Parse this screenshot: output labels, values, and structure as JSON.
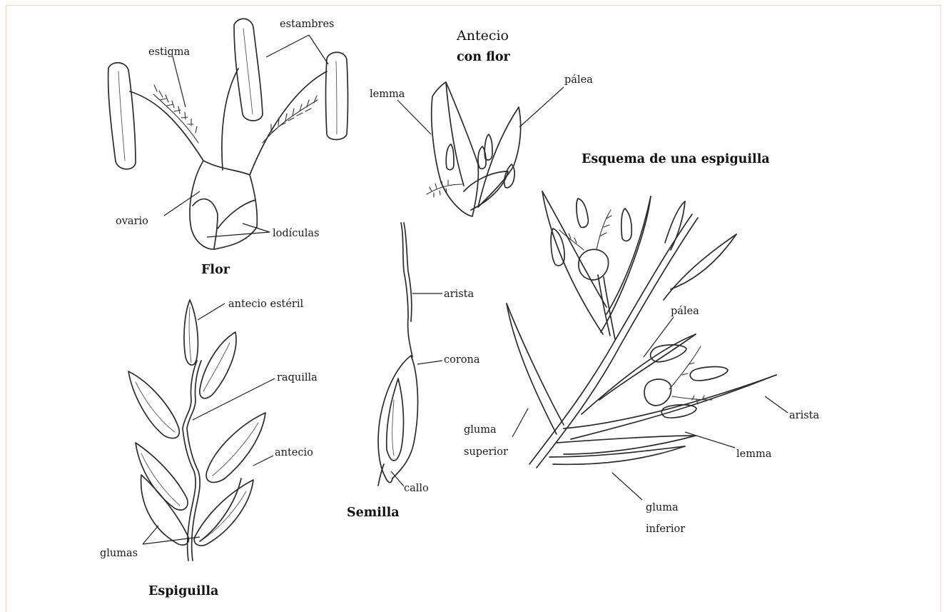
{
  "figure": {
    "panels": {
      "flor": {
        "title": "Flor",
        "labels": {
          "estambres": "estambres",
          "estigma": "estigma",
          "ovario": "ovario",
          "lodiculas": "lodículas"
        }
      },
      "antecio_con_flor": {
        "title_line1": "Antecio",
        "title_line2": "con flor",
        "labels": {
          "lemma": "lemma",
          "palea": "pálea"
        }
      },
      "esquema": {
        "title": "Esquema de una espiguilla",
        "labels": {
          "palea": "pálea",
          "arista": "arista",
          "lemma": "lemma",
          "gluma_superior_1": "gluma",
          "gluma_superior_2": "superior",
          "gluma_inferior_1": "gluma",
          "gluma_inferior_2": "inferior"
        }
      },
      "semilla": {
        "title": "Semilla",
        "labels": {
          "arista": "arista",
          "corona": "corona",
          "callo": "callo"
        }
      },
      "espiguilla": {
        "title": "Espiguilla",
        "labels": {
          "antecio_esteril": "antecio estéril",
          "raquilla": "raquilla",
          "antecio": "antecio",
          "glumas": "glumas"
        }
      }
    }
  }
}
